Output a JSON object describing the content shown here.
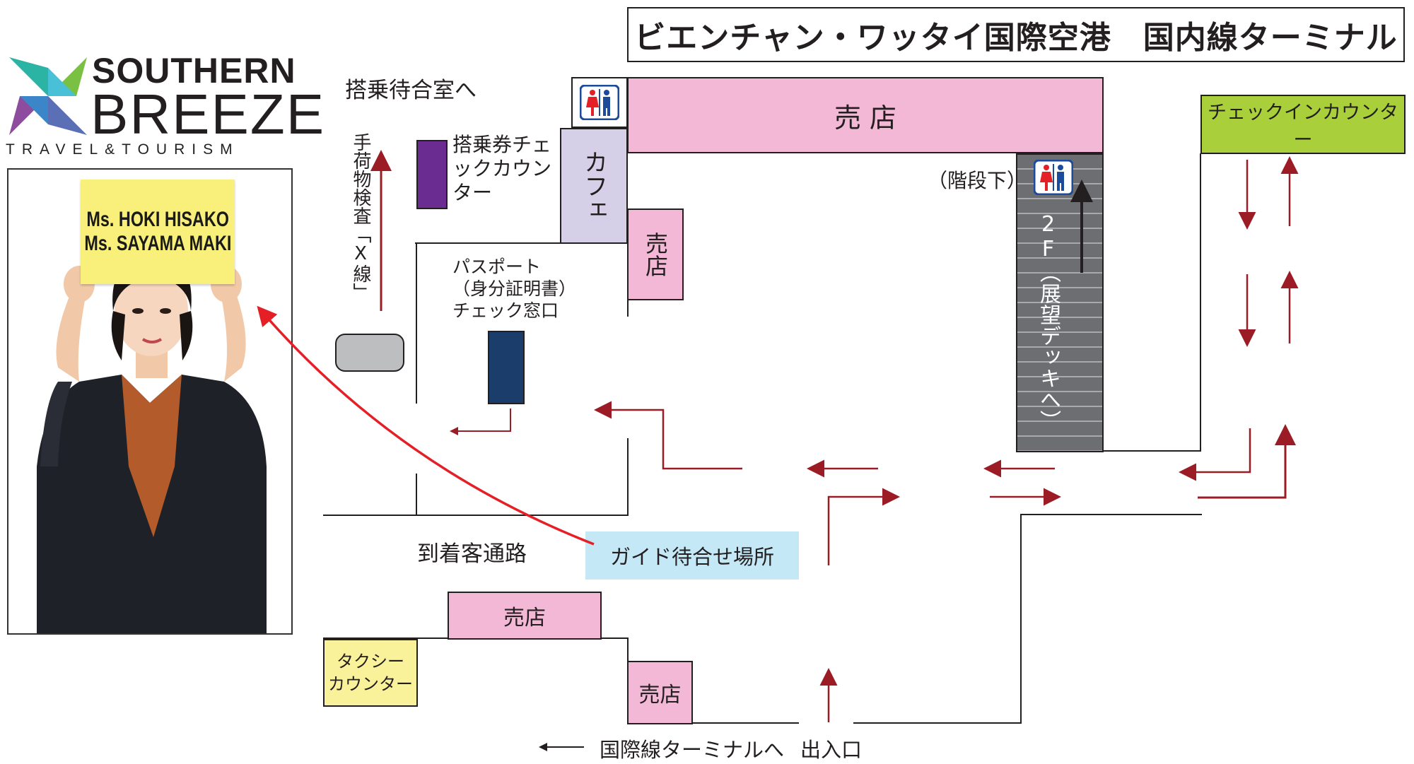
{
  "header": {
    "title": "ビエンチャン・ワッタイ国際空港　国内線ターミナル"
  },
  "brand": {
    "line1": "SOUTHERN",
    "line2": "BREEZE",
    "line3": "TRAVEL&TOURISM"
  },
  "guide_photo": {
    "sign_line1": "Ms. HOKI HISAKO",
    "sign_line2": "Ms. SAYAMA MAKI"
  },
  "labels": {
    "boarding_lounge": "搭乗待合室へ",
    "baggage_xray": "手荷物検査「X線」",
    "boarding_pass_counter": "搭乗券チェックカウンター",
    "cafe": "カフェ",
    "shop_main": "売 店",
    "shop_side": "売店",
    "shop_mid": "売店",
    "shop_bottom": "売店",
    "passport_check_l1": "パスポート",
    "passport_check_l2": "（身分証明書）",
    "passport_check_l3": "チェック窓口",
    "under_stairs": "（階段下）",
    "stairs": "2F（展望デッキへ）",
    "checkin_counter": "チェックインカウンター",
    "arrival_corridor": "到着客通路",
    "guide_meeting_point": "ガイド待合せ場所",
    "taxi_l1": "タクシー",
    "taxi_l2": "カウンター",
    "to_international": "国際線ターミナルへ",
    "entrance": "出入口"
  },
  "colors": {
    "shop_pink": "#f3b8d6",
    "cafe_lavender": "#d5d0e8",
    "checkin_green": "#a9cf3a",
    "guide_blue": "#c5e8f7",
    "taxi_yellow": "#faf29a",
    "boarding_counter_purple": "#6a2c91",
    "passport_window_navy": "#1b3d6b",
    "stair_gray": "#6d6e71",
    "arrow_darkred": "#9b1c24",
    "arrow_red": "#e41f26",
    "sign_yellow": "#f8f07a"
  },
  "icons": [
    "restroom-icon",
    "restroom-icon-stairs",
    "route-arrows",
    "guide-pointer-arrow"
  ]
}
